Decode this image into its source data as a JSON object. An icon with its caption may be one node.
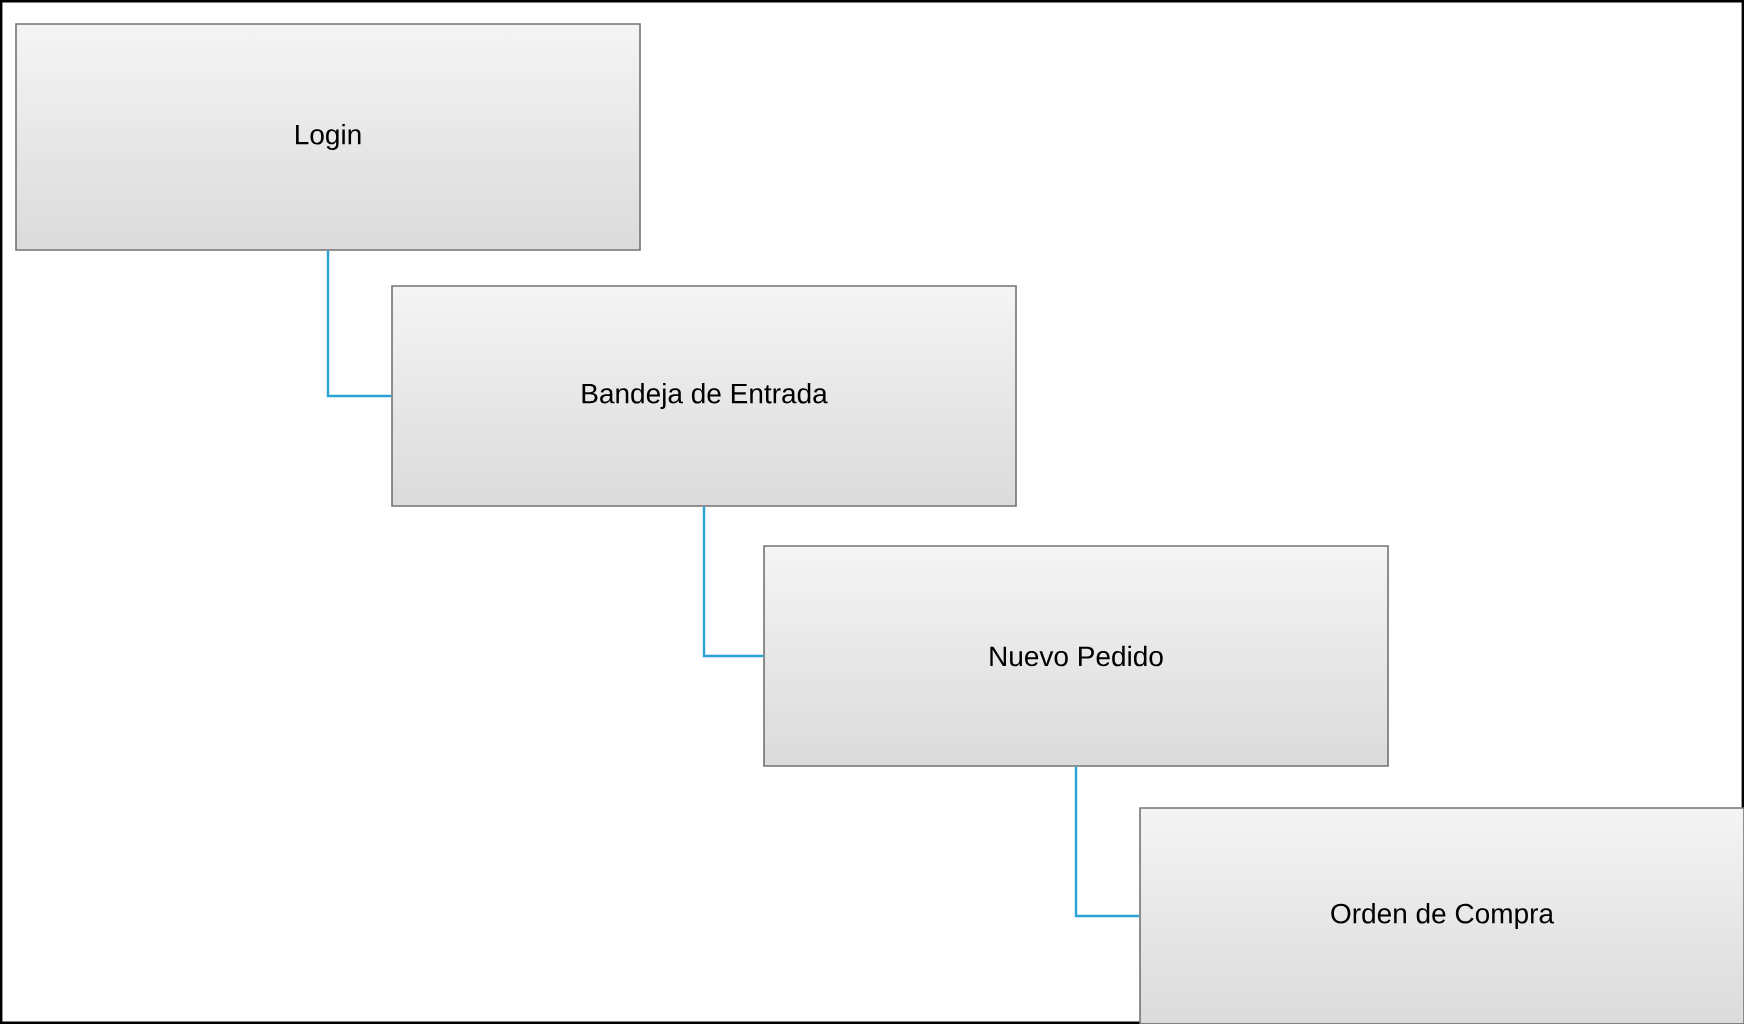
{
  "diagram": {
    "nodes": [
      {
        "text": [
          "Login"
        ]
      },
      {
        "text": [
          "Bandeja de Entrada"
        ]
      },
      {
        "text": [
          "Nuevo Pedido"
        ]
      },
      {
        "text": [
          "Orden de Compra"
        ]
      }
    ],
    "edges": [
      {
        "from": 0,
        "to": 1,
        "arrow": "none"
      },
      {
        "from": 1,
        "to": 2,
        "arrow": "none"
      },
      {
        "from": 2,
        "to": 3,
        "arrow": "none"
      }
    ]
  }
}
